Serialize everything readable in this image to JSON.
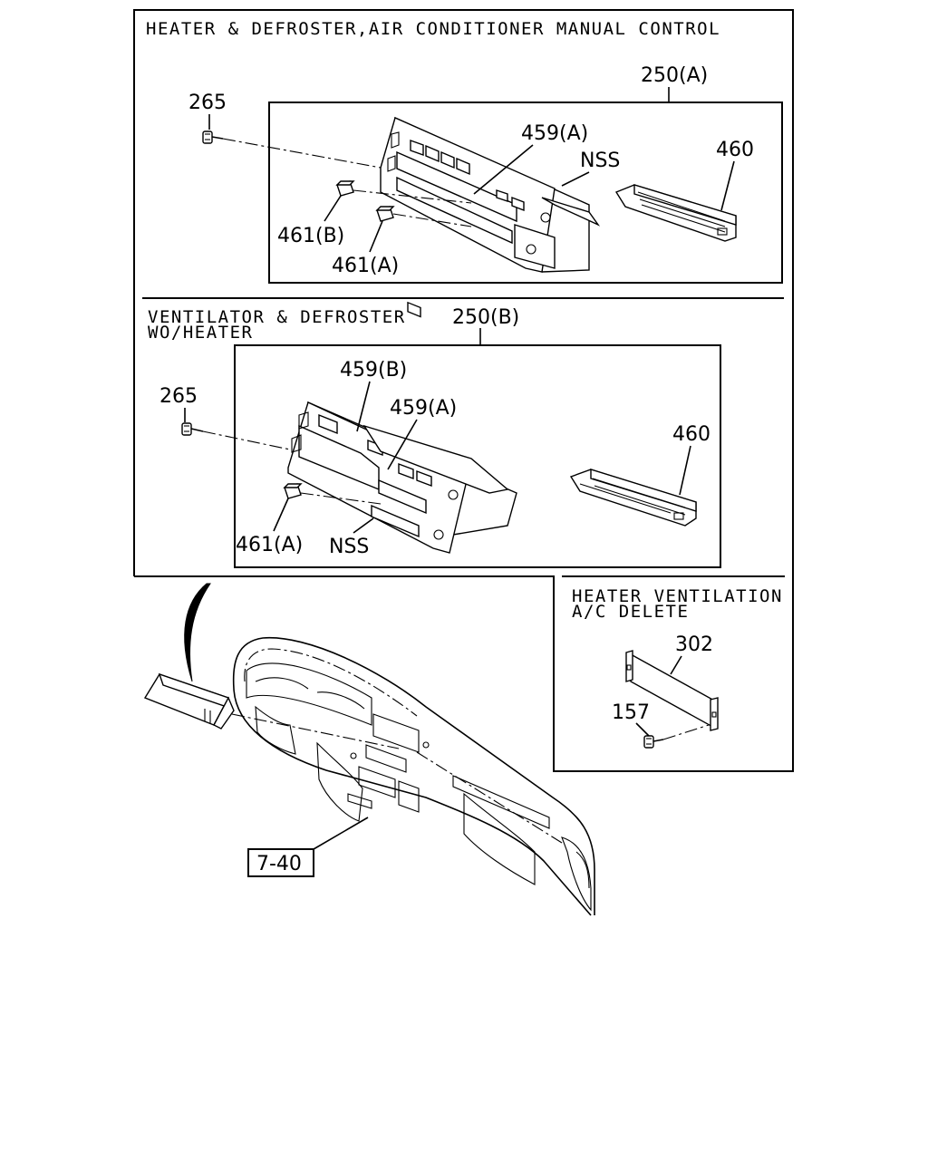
{
  "sections": {
    "manual_control": {
      "title": "HEATER & DEFROSTER,AIR CONDITIONER MANUAL CONTROL",
      "callouts": {
        "assembly": "250(A)",
        "screw": "265",
        "knob_a": "459(A)",
        "nss": "NSS",
        "module": "460",
        "bulb_b": "461(B)",
        "bulb_a": "461(A)"
      }
    },
    "ventilator": {
      "title_line1": "VENTILATOR & DEFROSTER",
      "title_line2": "WO/HEATER",
      "callouts": {
        "assembly": "250(B)",
        "screw": "265",
        "knob_b": "459(B)",
        "knob_a": "459(A)",
        "module": "460",
        "bulb_a": "461(A)",
        "nss": "NSS"
      }
    },
    "delete": {
      "title_line1": "HEATER VENTILATION",
      "title_line2": "A/C DELETE",
      "callouts": {
        "panel": "302",
        "screw": "157"
      }
    }
  },
  "dashboard": {
    "reference": "7-40"
  }
}
